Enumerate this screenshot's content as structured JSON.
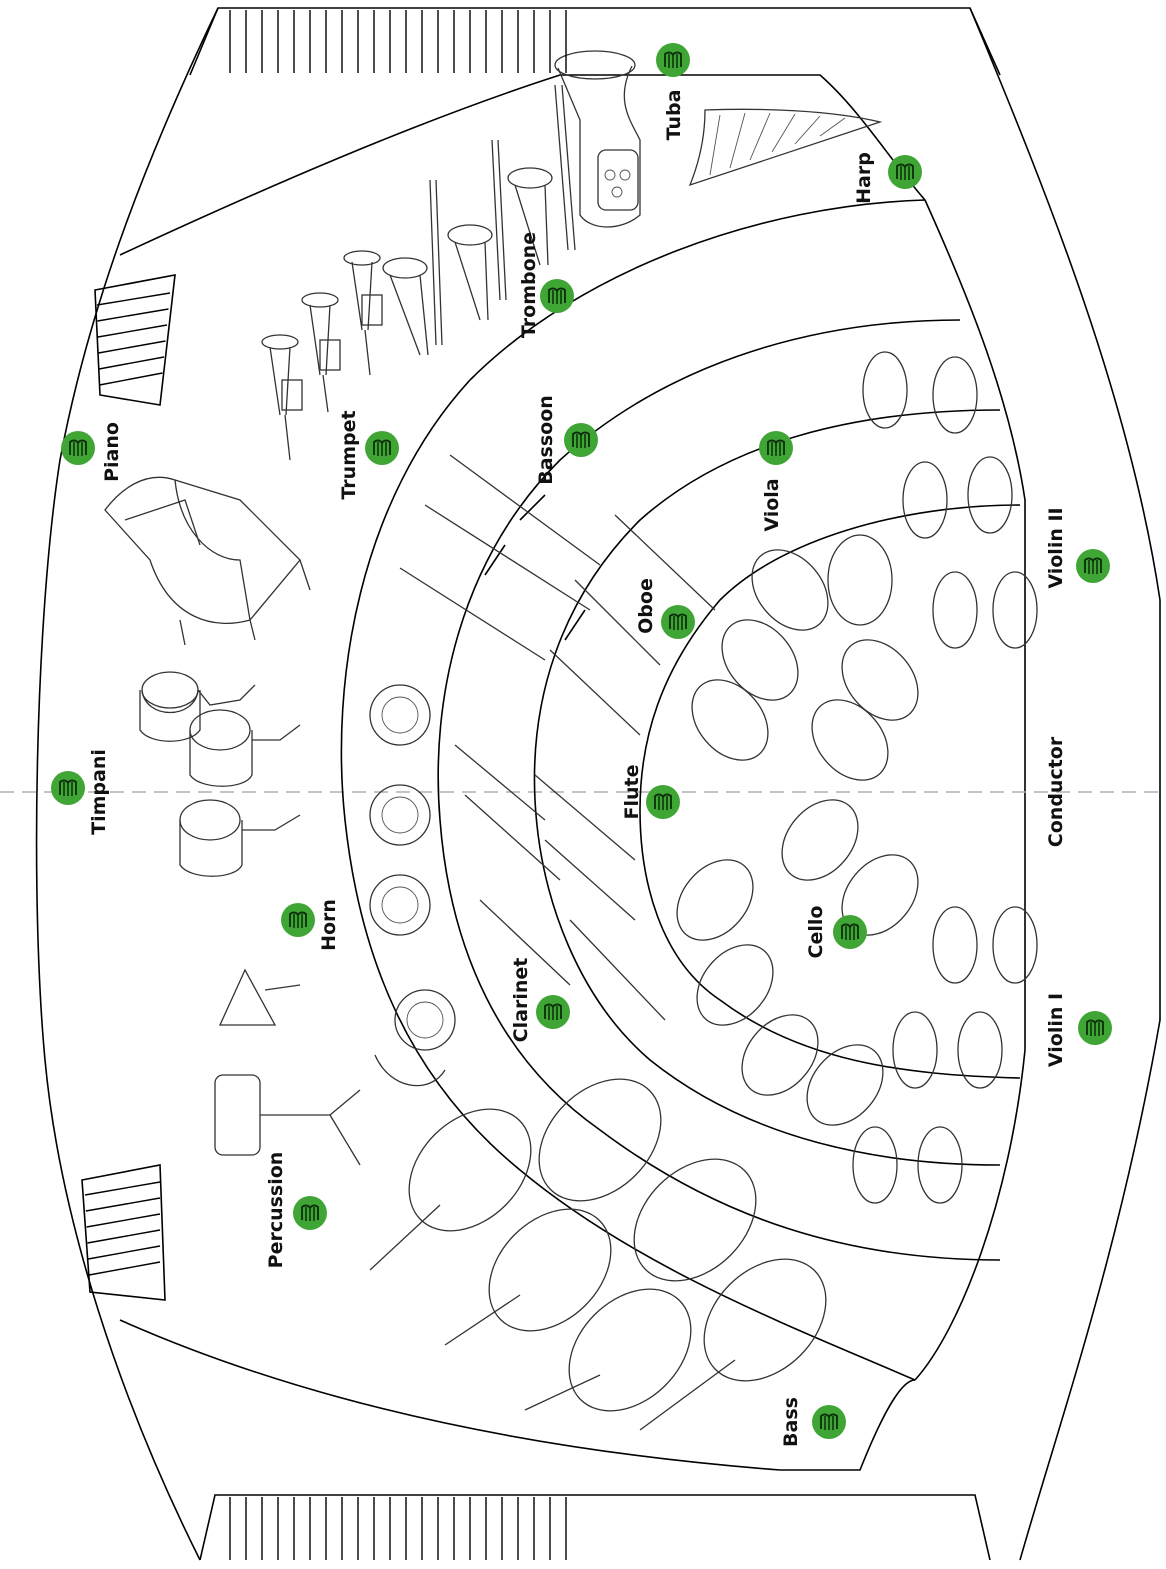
{
  "colors": {
    "marker_green": "#3fa535",
    "marker_glyph": "#0b2e0b",
    "lines": "#000000",
    "axis_dash": "#b0b0b0"
  },
  "icons": {
    "section_marker": "music-book-icon"
  },
  "sections": [
    {
      "id": "tuba",
      "label": "Tuba"
    },
    {
      "id": "harp",
      "label": "Harp"
    },
    {
      "id": "trombone",
      "label": "Trombone"
    },
    {
      "id": "piano",
      "label": "Piano"
    },
    {
      "id": "trumpet",
      "label": "Trumpet"
    },
    {
      "id": "bassoon",
      "label": "Bassoon"
    },
    {
      "id": "viola",
      "label": "Viola"
    },
    {
      "id": "violin2",
      "label": "Violin II"
    },
    {
      "id": "oboe",
      "label": "Oboe"
    },
    {
      "id": "timpani",
      "label": "Timpani"
    },
    {
      "id": "flute",
      "label": "Flute"
    },
    {
      "id": "conductor",
      "label": "Conductor"
    },
    {
      "id": "horn",
      "label": "Horn"
    },
    {
      "id": "cello",
      "label": "Cello"
    },
    {
      "id": "clarinet",
      "label": "Clarinet"
    },
    {
      "id": "violin1",
      "label": "Violin I"
    },
    {
      "id": "percussion",
      "label": "Percussion"
    },
    {
      "id": "bass",
      "label": "Bass"
    }
  ]
}
